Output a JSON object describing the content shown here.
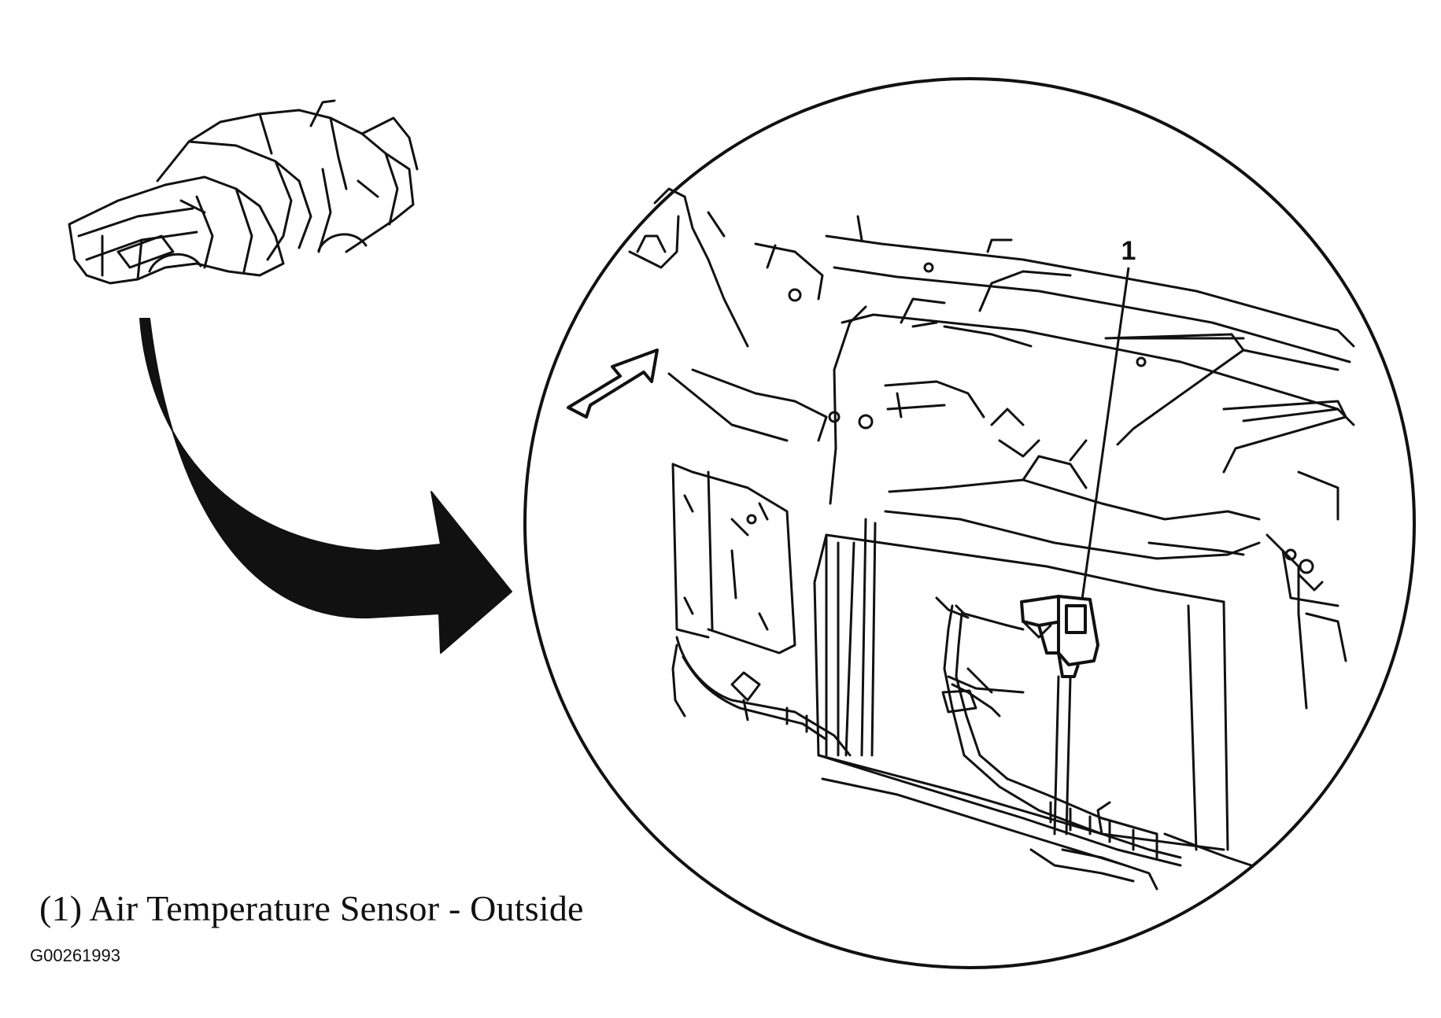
{
  "diagram": {
    "callout_number": "1",
    "caption": "(1) Air Temperature Sensor - Outside",
    "figure_id": "G00261993"
  },
  "colors": {
    "ink": "#111111",
    "paper": "#ffffff"
  },
  "icons": {
    "vehicle": "car-body-outline-icon",
    "pointer": "curved-arrow-icon",
    "forward": "forward-direction-arrow-icon"
  }
}
